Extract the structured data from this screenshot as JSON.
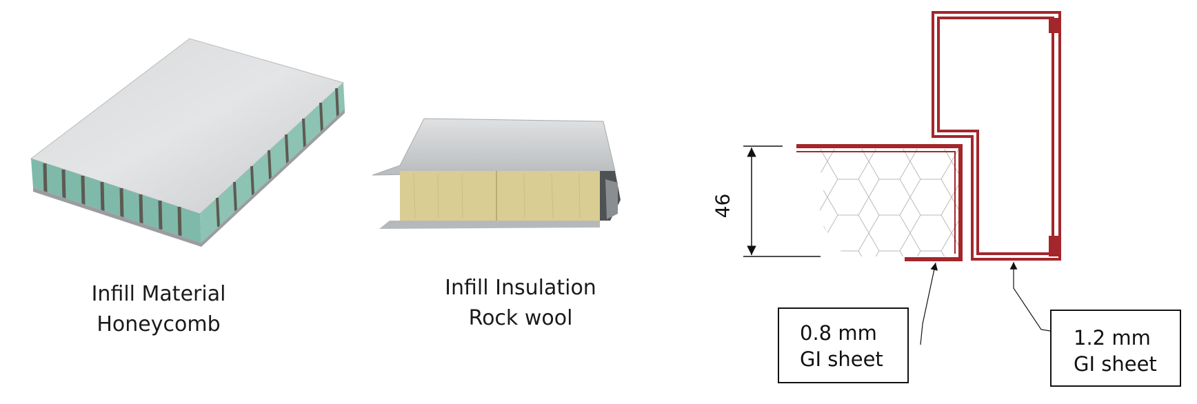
{
  "honeycomb": {
    "caption_line1": "Infill Material",
    "caption_line2": "Honeycomb"
  },
  "rockwool": {
    "caption_line1": "Infill Insulation",
    "caption_line2": "Rock wool"
  },
  "section_drawing": {
    "dimension": "46",
    "callout_thin": {
      "line1": "0.8 mm",
      "line2": "GI sheet"
    },
    "callout_thick": {
      "line1": "1.2 mm",
      "line2": "GI sheet"
    },
    "frame_color": "#a3262b"
  },
  "colors": {
    "aluminum": "#c9ccce",
    "honeycomb_core": "#8fc7b8",
    "rockwool": "#d9cd93"
  }
}
